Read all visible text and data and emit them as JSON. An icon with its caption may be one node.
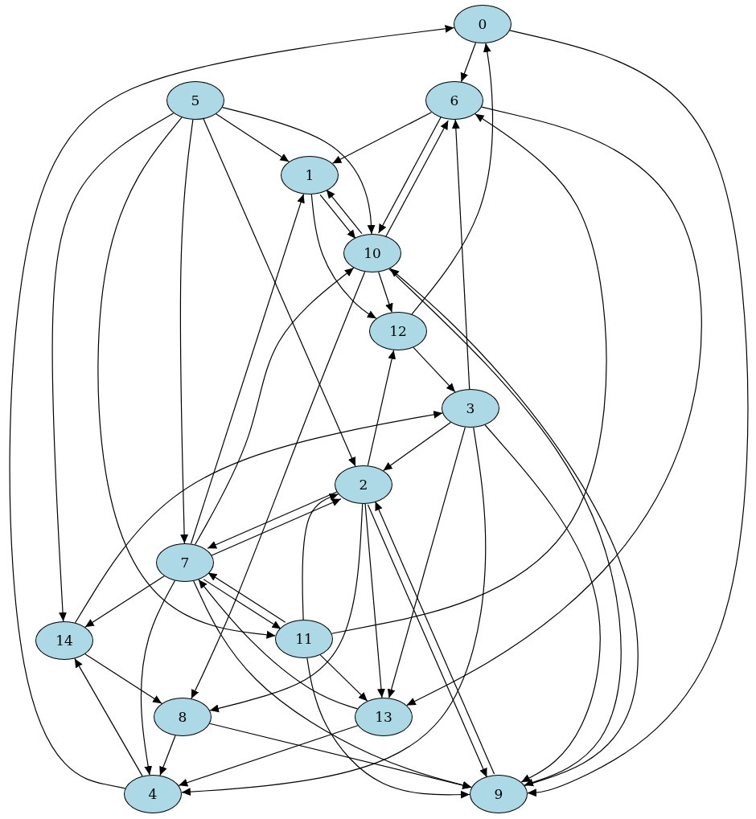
{
  "diagram": {
    "nodes": [
      {
        "text": [
          "0"
        ]
      },
      {
        "text": [
          "5"
        ]
      },
      {
        "text": [
          "6"
        ]
      },
      {
        "text": [
          "1"
        ]
      },
      {
        "text": [
          "10"
        ]
      },
      {
        "text": [
          "12"
        ]
      },
      {
        "text": [
          "3"
        ]
      },
      {
        "text": [
          "2"
        ]
      },
      {
        "text": [
          "7"
        ]
      },
      {
        "text": [
          "14"
        ]
      },
      {
        "text": [
          "11"
        ]
      },
      {
        "text": [
          "8"
        ]
      },
      {
        "text": [
          "13"
        ]
      },
      {
        "text": [
          "4"
        ]
      },
      {
        "text": [
          "9"
        ]
      }
    ],
    "edges": [
      {
        "from": 0,
        "to": 2,
        "arrow": "to"
      },
      {
        "from": 0,
        "to": 14,
        "arrow": "to"
      },
      {
        "from": 1,
        "to": 3,
        "arrow": "to"
      },
      {
        "from": 1,
        "to": 4,
        "arrow": "to"
      },
      {
        "from": 1,
        "to": 9,
        "arrow": "to"
      },
      {
        "from": 1,
        "to": 10,
        "arrow": "to"
      },
      {
        "from": 1,
        "to": 8,
        "arrow": "to"
      },
      {
        "from": 1,
        "to": 7,
        "arrow": "to"
      },
      {
        "from": 2,
        "to": 3,
        "arrow": "to"
      },
      {
        "from": 2,
        "to": 4,
        "arrow": "to"
      },
      {
        "from": 4,
        "to": 2,
        "arrow": "to"
      },
      {
        "from": 2,
        "to": 12,
        "arrow": "to"
      },
      {
        "from": 3,
        "to": 4,
        "arrow": "to"
      },
      {
        "from": 4,
        "to": 3,
        "arrow": "to"
      },
      {
        "from": 3,
        "to": 5,
        "arrow": "to"
      },
      {
        "from": 4,
        "to": 5,
        "arrow": "to"
      },
      {
        "from": 4,
        "to": 11,
        "arrow": "to"
      },
      {
        "from": 4,
        "to": 14,
        "arrow": "to"
      },
      {
        "from": 14,
        "to": 4,
        "arrow": "to"
      },
      {
        "from": 5,
        "to": 0,
        "arrow": "to"
      },
      {
        "from": 5,
        "to": 6,
        "arrow": "to"
      },
      {
        "from": 6,
        "to": 2,
        "arrow": "to"
      },
      {
        "from": 6,
        "to": 7,
        "arrow": "to"
      },
      {
        "from": 6,
        "to": 12,
        "arrow": "to"
      },
      {
        "from": 6,
        "to": 13,
        "arrow": "to"
      },
      {
        "from": 6,
        "to": 14,
        "arrow": "to"
      },
      {
        "from": 7,
        "to": 5,
        "arrow": "to"
      },
      {
        "from": 7,
        "to": 8,
        "arrow": "to"
      },
      {
        "from": 8,
        "to": 7,
        "arrow": "to"
      },
      {
        "from": 7,
        "to": 12,
        "arrow": "to"
      },
      {
        "from": 7,
        "to": 14,
        "arrow": "to"
      },
      {
        "from": 7,
        "to": 11,
        "arrow": "to"
      },
      {
        "from": 14,
        "to": 7,
        "arrow": "to"
      },
      {
        "from": 8,
        "to": 3,
        "arrow": "to"
      },
      {
        "from": 8,
        "to": 4,
        "arrow": "to"
      },
      {
        "from": 8,
        "to": 9,
        "arrow": "to"
      },
      {
        "from": 8,
        "to": 10,
        "arrow": "to"
      },
      {
        "from": 10,
        "to": 8,
        "arrow": "to"
      },
      {
        "from": 8,
        "to": 13,
        "arrow": "to"
      },
      {
        "from": 8,
        "to": 14,
        "arrow": "to"
      },
      {
        "from": 9,
        "to": 6,
        "arrow": "to"
      },
      {
        "from": 9,
        "to": 11,
        "arrow": "to"
      },
      {
        "from": 10,
        "to": 2,
        "arrow": "to"
      },
      {
        "from": 10,
        "to": 7,
        "arrow": "to"
      },
      {
        "from": 10,
        "to": 12,
        "arrow": "to"
      },
      {
        "from": 10,
        "to": 14,
        "arrow": "to"
      },
      {
        "from": 12,
        "to": 8,
        "arrow": "to"
      },
      {
        "from": 12,
        "to": 13,
        "arrow": "to"
      },
      {
        "from": 11,
        "to": 13,
        "arrow": "to"
      },
      {
        "from": 11,
        "to": 14,
        "arrow": "to"
      },
      {
        "from": 13,
        "to": 9,
        "arrow": "to"
      },
      {
        "from": 13,
        "to": 0,
        "arrow": "to"
      }
    ]
  }
}
